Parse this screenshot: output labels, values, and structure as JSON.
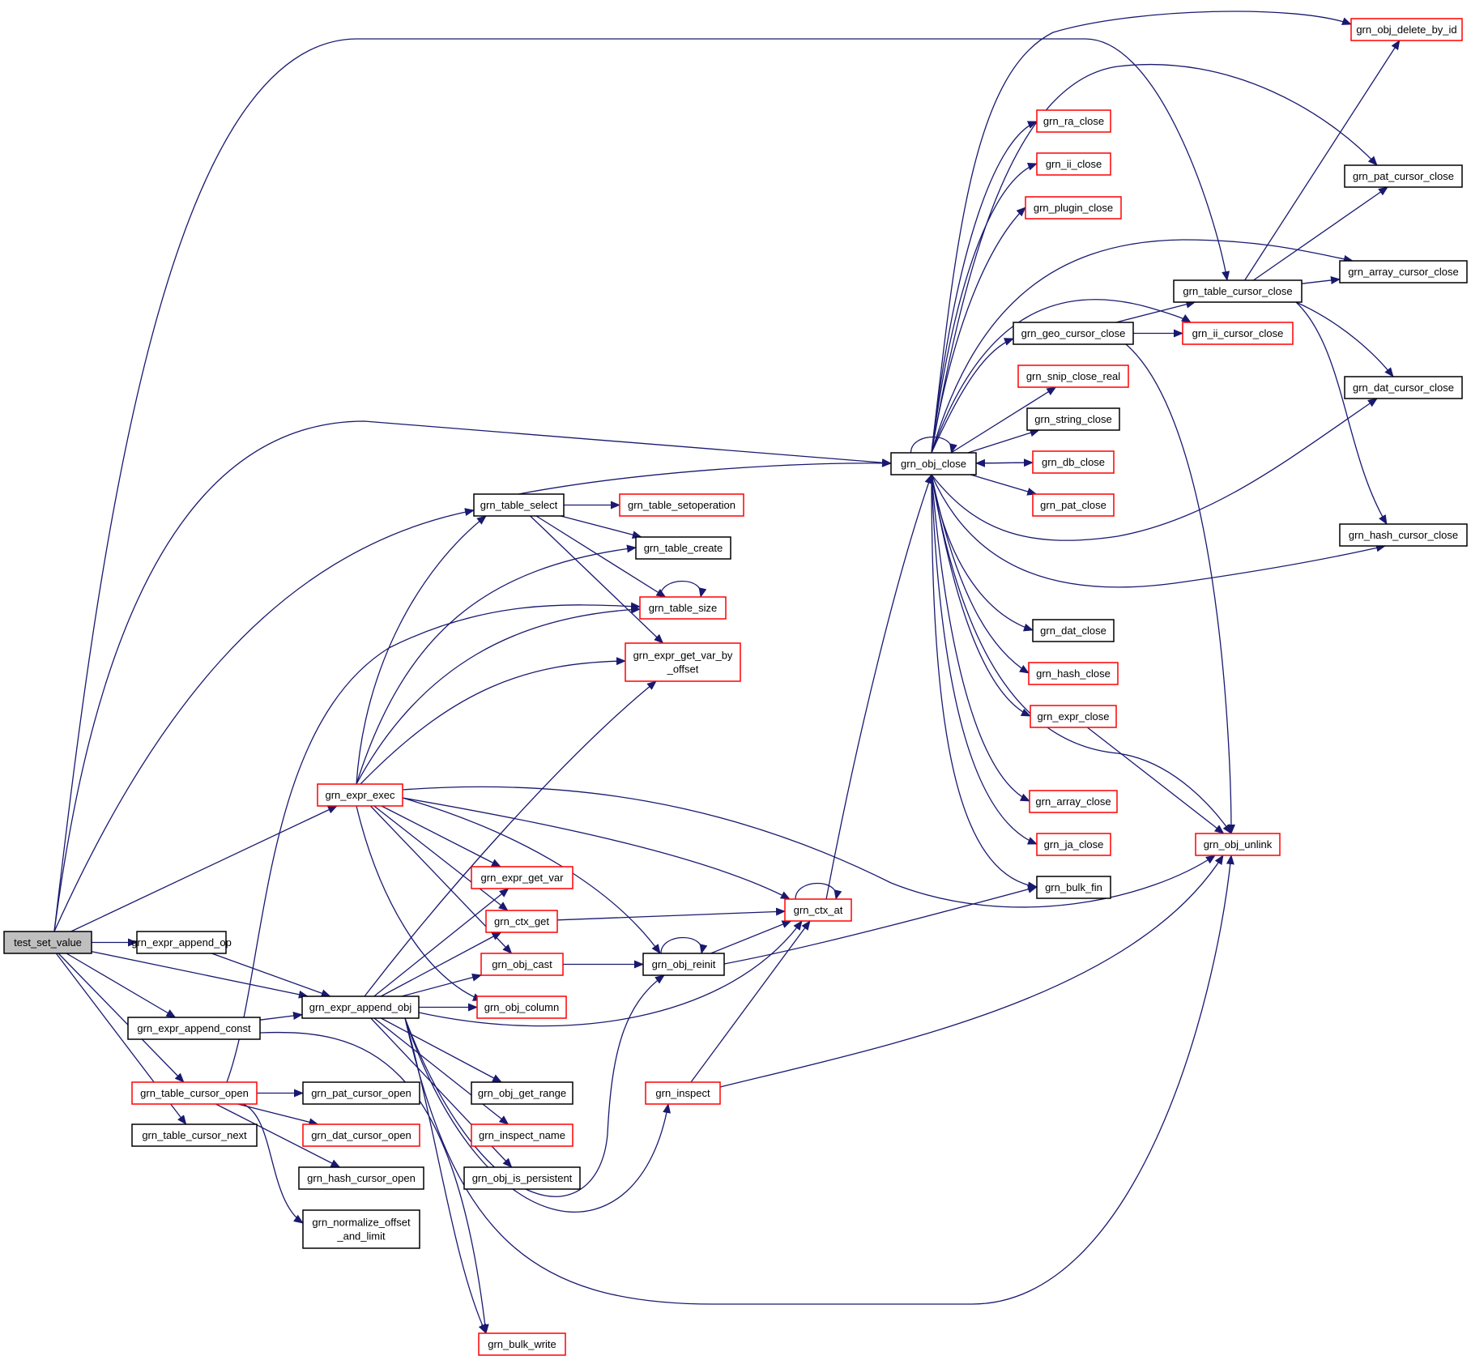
{
  "colors": {
    "edge": "#191970",
    "border_black": "#000000",
    "border_red": "#ff0000",
    "root_fill": "#bfbfbf",
    "fill": "#ffffff"
  },
  "nodes": {
    "test_set_value": {
      "label": "test_set_value",
      "style": "root"
    },
    "grn_expr_append_op": {
      "label": "grn_expr_append_op",
      "style": "black"
    },
    "grn_expr_append_obj": {
      "label": "grn_expr_append_obj",
      "style": "black"
    },
    "grn_expr_append_const": {
      "label": "grn_expr_append_const",
      "style": "black"
    },
    "grn_table_cursor_open": {
      "label": "grn_table_cursor_open",
      "style": "red"
    },
    "grn_table_cursor_next": {
      "label": "grn_table_cursor_next",
      "style": "black"
    },
    "grn_expr_exec": {
      "label": "grn_expr_exec",
      "style": "red"
    },
    "grn_table_select": {
      "label": "grn_table_select",
      "style": "black"
    },
    "grn_table_setoperation": {
      "label": "grn_table_setoperation",
      "style": "red"
    },
    "grn_table_create": {
      "label": "grn_table_create",
      "style": "black"
    },
    "grn_table_size": {
      "label": "grn_table_size",
      "style": "red"
    },
    "grn_expr_get_var_by_offset": {
      "label": "grn_expr_get_var_by\n_offset",
      "style": "red"
    },
    "grn_expr_get_var": {
      "label": "grn_expr_get_var",
      "style": "red"
    },
    "grn_ctx_get": {
      "label": "grn_ctx_get",
      "style": "red"
    },
    "grn_obj_cast": {
      "label": "grn_obj_cast",
      "style": "red"
    },
    "grn_obj_column": {
      "label": "grn_obj_column",
      "style": "red"
    },
    "grn_obj_get_range": {
      "label": "grn_obj_get_range",
      "style": "black"
    },
    "grn_inspect_name": {
      "label": "grn_inspect_name",
      "style": "red"
    },
    "grn_obj_is_persistent": {
      "label": "grn_obj_is_persistent",
      "style": "black"
    },
    "grn_bulk_write": {
      "label": "grn_bulk_write",
      "style": "red"
    },
    "grn_pat_cursor_open": {
      "label": "grn_pat_cursor_open",
      "style": "black"
    },
    "grn_dat_cursor_open": {
      "label": "grn_dat_cursor_open",
      "style": "red"
    },
    "grn_hash_cursor_open": {
      "label": "grn_hash_cursor_open",
      "style": "black"
    },
    "grn_normalize_offset_and_limit": {
      "label": "grn_normalize_offset\n_and_limit",
      "style": "black"
    },
    "grn_obj_reinit": {
      "label": "grn_obj_reinit",
      "style": "black"
    },
    "grn_ctx_at": {
      "label": "grn_ctx_at",
      "style": "red"
    },
    "grn_inspect": {
      "label": "grn_inspect",
      "style": "red"
    },
    "grn_obj_close": {
      "label": "grn_obj_close",
      "style": "black"
    },
    "grn_ra_close": {
      "label": "grn_ra_close",
      "style": "red"
    },
    "grn_ii_close": {
      "label": "grn_ii_close",
      "style": "red"
    },
    "grn_plugin_close": {
      "label": "grn_plugin_close",
      "style": "red"
    },
    "grn_geo_cursor_close": {
      "label": "grn_geo_cursor_close",
      "style": "black"
    },
    "grn_snip_close_real": {
      "label": "grn_snip_close_real",
      "style": "red"
    },
    "grn_string_close": {
      "label": "grn_string_close",
      "style": "black"
    },
    "grn_db_close": {
      "label": "grn_db_close",
      "style": "red"
    },
    "grn_pat_close": {
      "label": "grn_pat_close",
      "style": "red"
    },
    "grn_dat_close": {
      "label": "grn_dat_close",
      "style": "black"
    },
    "grn_hash_close": {
      "label": "grn_hash_close",
      "style": "red"
    },
    "grn_expr_close": {
      "label": "grn_expr_close",
      "style": "red"
    },
    "grn_array_close": {
      "label": "grn_array_close",
      "style": "red"
    },
    "grn_ja_close": {
      "label": "grn_ja_close",
      "style": "red"
    },
    "grn_bulk_fin": {
      "label": "grn_bulk_fin",
      "style": "black"
    },
    "grn_table_cursor_close": {
      "label": "grn_table_cursor_close",
      "style": "black"
    },
    "grn_ii_cursor_close": {
      "label": "grn_ii_cursor_close",
      "style": "red"
    },
    "grn_obj_unlink": {
      "label": "grn_obj_unlink",
      "style": "red"
    },
    "grn_obj_delete_by_id": {
      "label": "grn_obj_delete_by_id",
      "style": "red"
    },
    "grn_pat_cursor_close": {
      "label": "grn_pat_cursor_close",
      "style": "black"
    },
    "grn_array_cursor_close": {
      "label": "grn_array_cursor_close",
      "style": "black"
    },
    "grn_dat_cursor_close": {
      "label": "grn_dat_cursor_close",
      "style": "black"
    },
    "grn_hash_cursor_close": {
      "label": "grn_hash_cursor_close",
      "style": "black"
    }
  },
  "edges": [
    [
      "test_set_value",
      "grn_expr_append_op"
    ],
    [
      "test_set_value",
      "grn_expr_append_obj"
    ],
    [
      "test_set_value",
      "grn_expr_append_const"
    ],
    [
      "test_set_value",
      "grn_table_cursor_open"
    ],
    [
      "test_set_value",
      "grn_table_cursor_next"
    ],
    [
      "test_set_value",
      "grn_expr_exec"
    ],
    [
      "test_set_value",
      "grn_table_select"
    ],
    [
      "test_set_value",
      "grn_obj_close"
    ],
    [
      "test_set_value",
      "grn_table_cursor_close"
    ],
    [
      "grn_expr_append_op",
      "grn_expr_append_obj"
    ],
    [
      "grn_expr_append_const",
      "grn_expr_append_obj"
    ],
    [
      "grn_expr_append_const",
      "grn_bulk_write"
    ],
    [
      "grn_expr_append_obj",
      "grn_expr_get_var"
    ],
    [
      "grn_expr_append_obj",
      "grn_ctx_get"
    ],
    [
      "grn_expr_append_obj",
      "grn_obj_cast"
    ],
    [
      "grn_expr_append_obj",
      "grn_obj_column"
    ],
    [
      "grn_expr_append_obj",
      "grn_obj_get_range"
    ],
    [
      "grn_expr_append_obj",
      "grn_inspect_name"
    ],
    [
      "grn_expr_append_obj",
      "grn_obj_is_persistent"
    ],
    [
      "grn_expr_append_obj",
      "grn_bulk_write"
    ],
    [
      "grn_expr_append_obj",
      "grn_obj_reinit"
    ],
    [
      "grn_expr_append_obj",
      "grn_inspect"
    ],
    [
      "grn_expr_append_obj",
      "grn_ctx_at"
    ],
    [
      "grn_expr_append_obj",
      "grn_obj_unlink"
    ],
    [
      "grn_expr_append_obj",
      "grn_expr_get_var_by_offset"
    ],
    [
      "grn_table_cursor_open",
      "grn_pat_cursor_open"
    ],
    [
      "grn_table_cursor_open",
      "grn_dat_cursor_open"
    ],
    [
      "grn_table_cursor_open",
      "grn_hash_cursor_open"
    ],
    [
      "grn_table_cursor_open",
      "grn_normalize_offset_and_limit"
    ],
    [
      "grn_table_cursor_open",
      "grn_table_size"
    ],
    [
      "grn_expr_exec",
      "grn_table_select"
    ],
    [
      "grn_expr_exec",
      "grn_table_create"
    ],
    [
      "grn_expr_exec",
      "grn_table_size"
    ],
    [
      "grn_expr_exec",
      "grn_expr_get_var_by_offset"
    ],
    [
      "grn_expr_exec",
      "grn_expr_get_var"
    ],
    [
      "grn_expr_exec",
      "grn_ctx_get"
    ],
    [
      "grn_expr_exec",
      "grn_obj_cast"
    ],
    [
      "grn_expr_exec",
      "grn_obj_column"
    ],
    [
      "grn_expr_exec",
      "grn_ctx_at"
    ],
    [
      "grn_expr_exec",
      "grn_obj_reinit"
    ],
    [
      "grn_expr_exec",
      "grn_obj_unlink"
    ],
    [
      "grn_table_select",
      "grn_table_setoperation"
    ],
    [
      "grn_table_select",
      "grn_table_create"
    ],
    [
      "grn_table_select",
      "grn_table_size"
    ],
    [
      "grn_table_select",
      "grn_expr_get_var_by_offset"
    ],
    [
      "grn_table_select",
      "grn_obj_close"
    ],
    [
      "grn_table_size",
      "grn_table_size"
    ],
    [
      "grn_ctx_get",
      "grn_ctx_at"
    ],
    [
      "grn_obj_cast",
      "grn_obj_reinit"
    ],
    [
      "grn_obj_reinit",
      "grn_obj_reinit"
    ],
    [
      "grn_obj_reinit",
      "grn_ctx_at"
    ],
    [
      "grn_obj_reinit",
      "grn_bulk_fin"
    ],
    [
      "grn_ctx_at",
      "grn_ctx_at"
    ],
    [
      "grn_ctx_at",
      "grn_obj_close"
    ],
    [
      "grn_inspect",
      "grn_ctx_at"
    ],
    [
      "grn_inspect",
      "grn_obj_unlink"
    ],
    [
      "grn_obj_close",
      "grn_obj_close"
    ],
    [
      "grn_obj_close",
      "grn_obj_delete_by_id"
    ],
    [
      "grn_obj_close",
      "grn_pat_cursor_close"
    ],
    [
      "grn_obj_close",
      "grn_ra_close"
    ],
    [
      "grn_obj_close",
      "grn_ii_close"
    ],
    [
      "grn_obj_close",
      "grn_plugin_close"
    ],
    [
      "grn_obj_close",
      "grn_array_cursor_close"
    ],
    [
      "grn_obj_close",
      "grn_ii_cursor_close"
    ],
    [
      "grn_obj_close",
      "grn_geo_cursor_close"
    ],
    [
      "grn_obj_close",
      "grn_snip_close_real"
    ],
    [
      "grn_obj_close",
      "grn_string_close"
    ],
    [
      "grn_obj_close",
      "grn_db_close"
    ],
    [
      "grn_obj_close",
      "grn_pat_close"
    ],
    [
      "grn_obj_close",
      "grn_dat_cursor_close"
    ],
    [
      "grn_obj_close",
      "grn_hash_cursor_close"
    ],
    [
      "grn_obj_close",
      "grn_dat_close"
    ],
    [
      "grn_obj_close",
      "grn_hash_close"
    ],
    [
      "grn_obj_close",
      "grn_expr_close"
    ],
    [
      "grn_obj_close",
      "grn_array_close"
    ],
    [
      "grn_obj_close",
      "grn_ja_close"
    ],
    [
      "grn_obj_close",
      "grn_bulk_fin"
    ],
    [
      "grn_obj_close",
      "grn_obj_unlink"
    ],
    [
      "grn_db_close",
      "grn_obj_close"
    ],
    [
      "grn_geo_cursor_close",
      "grn_ii_cursor_close"
    ],
    [
      "grn_geo_cursor_close",
      "grn_table_cursor_close"
    ],
    [
      "grn_geo_cursor_close",
      "grn_obj_unlink"
    ],
    [
      "grn_expr_close",
      "grn_obj_unlink"
    ],
    [
      "grn_table_cursor_close",
      "grn_obj_delete_by_id"
    ],
    [
      "grn_table_cursor_close",
      "grn_pat_cursor_close"
    ],
    [
      "grn_table_cursor_close",
      "grn_array_cursor_close"
    ],
    [
      "grn_table_cursor_close",
      "grn_dat_cursor_close"
    ],
    [
      "grn_table_cursor_close",
      "grn_hash_cursor_close"
    ]
  ]
}
